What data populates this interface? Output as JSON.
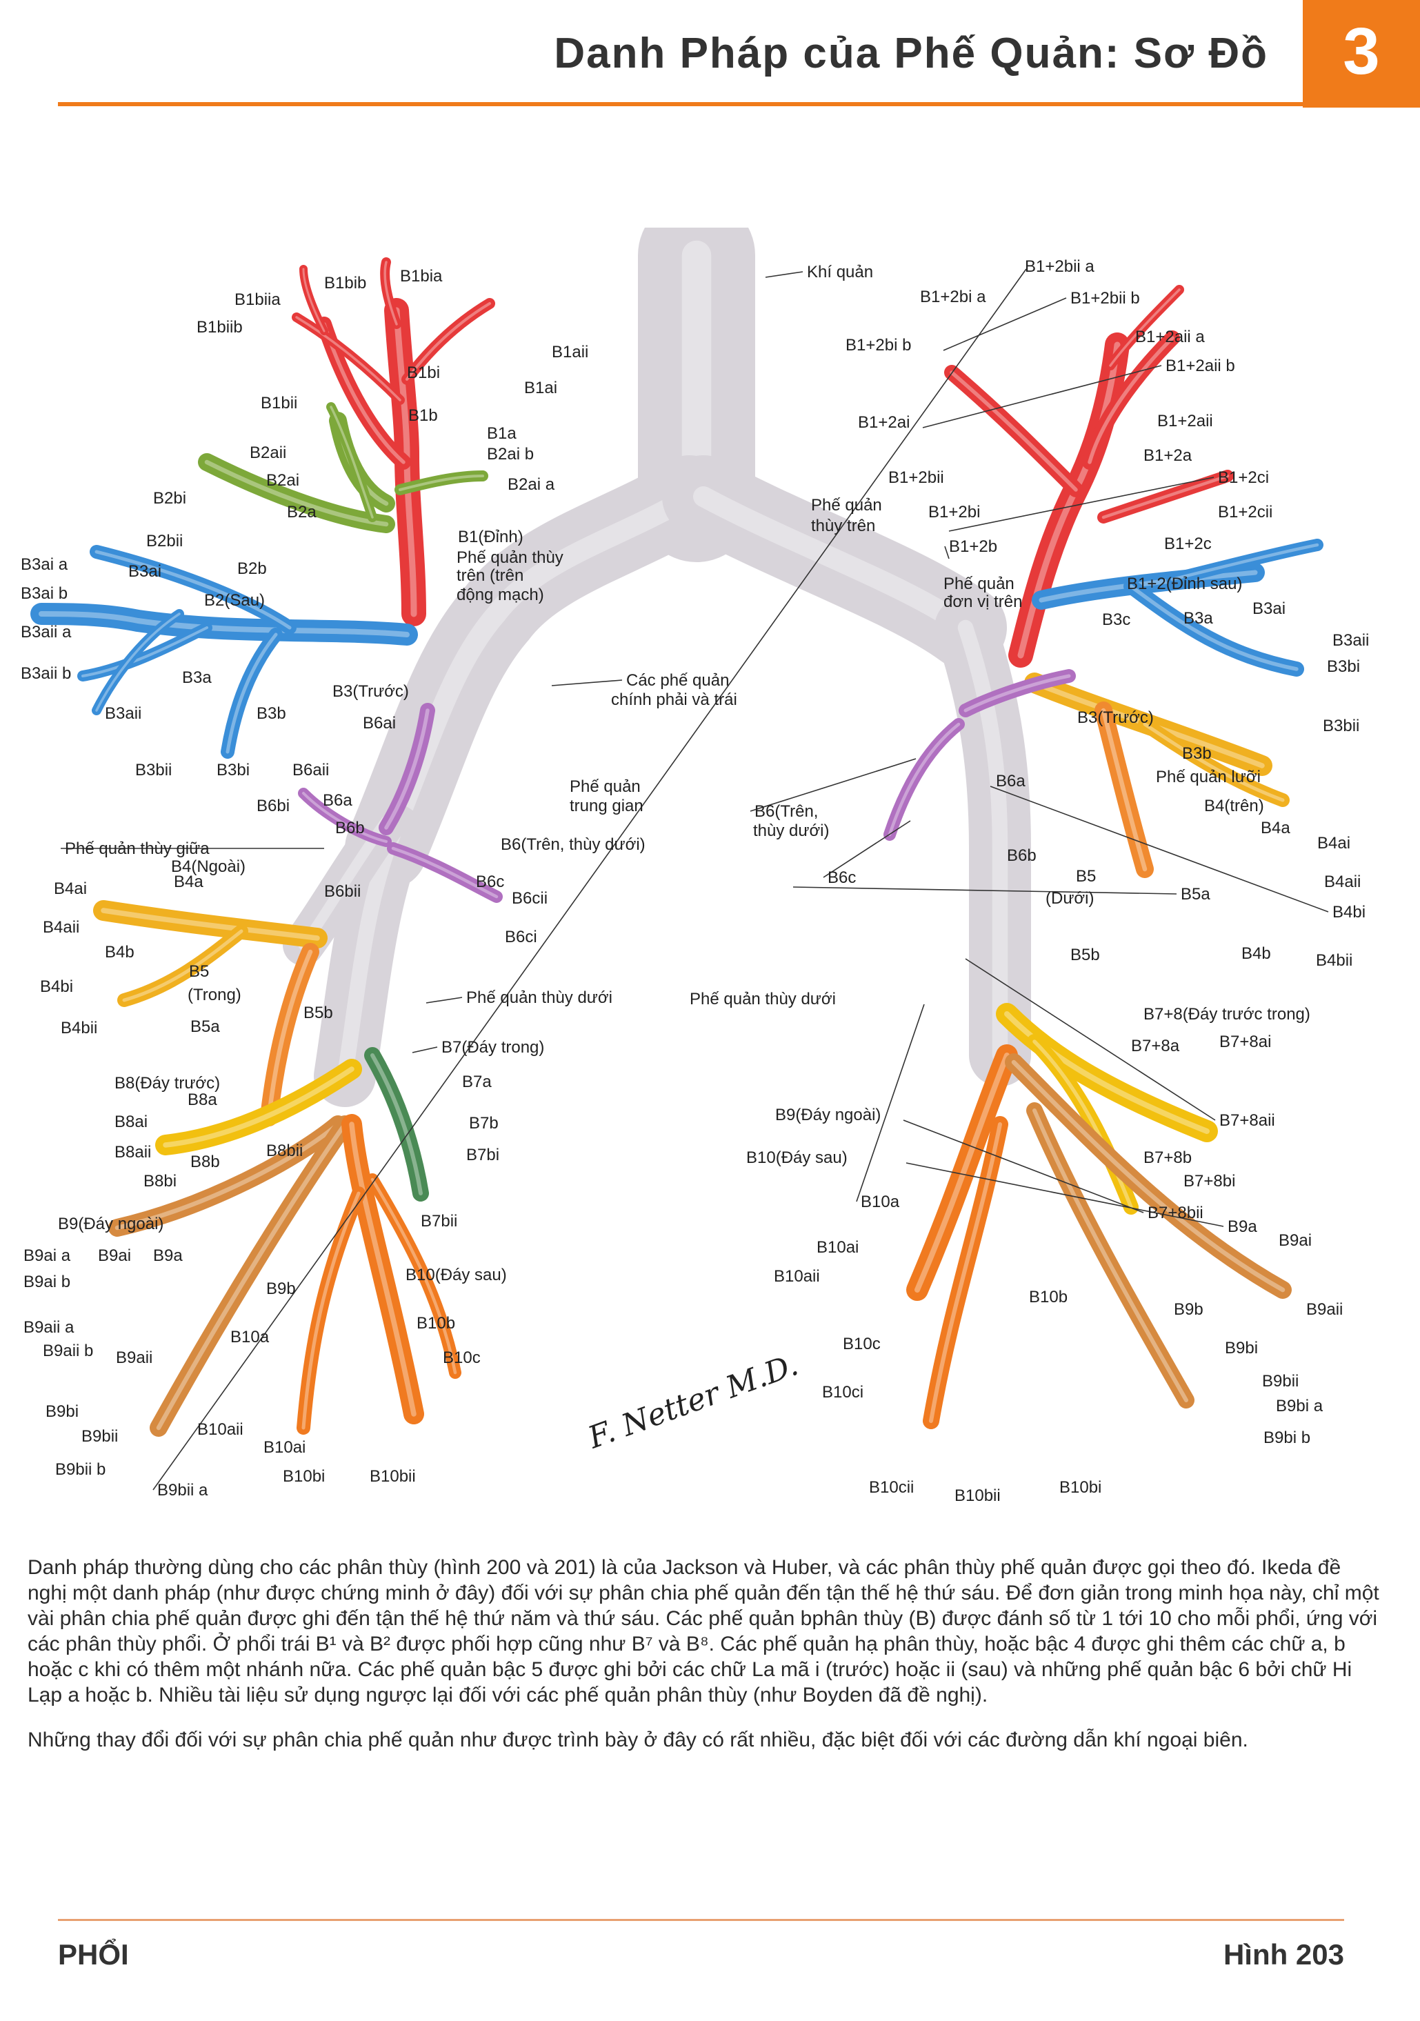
{
  "header": {
    "title": "Danh Pháp của Phế Quản: Sơ Đồ",
    "chapter": "3",
    "accent": "#f07b1a"
  },
  "colors": {
    "trachea": "#d8d4da",
    "b1_red": "#e63a3a",
    "b2_green": "#7da83a",
    "b3_blue": "#3a8ed8",
    "b4_yellow": "#f0b020",
    "b5_orange": "#f08a30",
    "b6_purple": "#b070c0",
    "b7_darkgreen": "#4a8a55",
    "b8_yellow": "#f2c010",
    "b9_tan": "#d68a40",
    "b10_orange": "#f07a20",
    "b78_yellow": "#f2c010"
  },
  "diagram": {
    "signature": "F. Netter M.D.",
    "labels": [
      "Khí quản",
      "B1bib",
      "B1bia",
      "B1biia",
      "B1biib",
      "B1aii",
      "B1bi",
      "B1ai",
      "B1bii",
      "B1b",
      "B1a",
      "B2aii",
      "B2ai b",
      "B2bi",
      "B2ai",
      "B2ai a",
      "B2a",
      "B2bii",
      "B1(Đỉnh)",
      "Phế quản thùy",
      "trên (trên",
      "động mạch)",
      "B3ai a",
      "B3ai",
      "B2b",
      "B3ai b",
      "B2(Sau)",
      "B3aii a",
      "B3aii b",
      "B3a",
      "B3(Trước)",
      "B3aii",
      "B3b",
      "B6ai",
      "Các phế quản",
      "chính phải và trái",
      "B3bii",
      "B3bi",
      "B6aii",
      "Phế quản",
      "trung gian",
      "B6bi",
      "B6a",
      "B6b",
      "Phế quản thùy giữa",
      "B6(Trên, thùy dưới)",
      "B4(Ngoài)",
      "B4ai",
      "B4a",
      "B6bii",
      "B6c",
      "B6cii",
      "B4aii",
      "B6ci",
      "B4b",
      "B4bi",
      "B5",
      "(Trong)",
      "Phế quản thùy dưới",
      "B4bii",
      "B5a",
      "B5b",
      "B7(Đáy trong)",
      "B8(Đáy trước)",
      "B7a",
      "B8a",
      "B8ai",
      "B7b",
      "B8aii",
      "B8b",
      "B8bii",
      "B7bi",
      "B8bi",
      "B9(Đáy ngoài)",
      "B7bii",
      "B9ai a",
      "B9ai",
      "B9a",
      "B10(Đáy sau)",
      "B9ai b",
      "B9b",
      "B9aii a",
      "B10b",
      "B9aii b",
      "B10a",
      "B9aii",
      "B10c",
      "B9bi",
      "B10aii",
      "B9bii",
      "B10ai",
      "B9bii b",
      "B10bi",
      "B10bii",
      "B9bii a",
      "B1+2bii a",
      "B1+2bi a",
      "B1+2bii b",
      "B1+2bi b",
      "B1+2aii a",
      "B1+2aii b",
      "B1+2ai",
      "B1+2aii",
      "B1+2a",
      "B1+2bii",
      "Phế quản",
      "thùy trên",
      "B1+2ci",
      "B1+2bi",
      "B1+2cii",
      "B1+2b",
      "B1+2c",
      "Phế quản",
      "đơn vị trên",
      "B1+2(Đỉnh sau)",
      "B3c",
      "B3a",
      "B3ai",
      "B3aii",
      "B3bi",
      "B3(Trước)",
      "B3b",
      "B3bii",
      "B6(Trên,",
      "thùy dưới)",
      "B6a",
      "Phế quản lưỡi",
      "B4(trên)",
      "B4a",
      "B4ai",
      "B6c",
      "B6b",
      "B5",
      "(Dưới)",
      "B5a",
      "B4aii",
      "B4bi",
      "B5b",
      "B4b",
      "B4bii",
      "Phế quản thùy dưới",
      "B7+8(Đáy trước trong)",
      "B7+8a",
      "B7+8ai",
      "B9(Đáy ngoài)",
      "B7+8aii",
      "B10(Đáy sau)",
      "B7+8b",
      "B7+8bi",
      "B10a",
      "B7+8bii",
      "B9a",
      "B9ai",
      "B10ai",
      "B10aii",
      "B10b",
      "B9b",
      "B9aii",
      "B9bi",
      "B10c",
      "B9bii",
      "B10ci",
      "B9bi a",
      "B9bi b",
      "B10cii",
      "B10bii",
      "B10bi"
    ]
  },
  "caption": {
    "paragraph1": "Danh pháp thường dùng cho các phân thùy (hình 200 và 201) là của Jackson và Huber, và các phân thùy phế quản được gọi theo đó. Ikeda đề nghị một danh pháp (như được chứng minh ở đây) đối với sự phân chia phế quản đến tận thế hệ thứ sáu. Để đơn giản trong minh họa này, chỉ một vài phân chia phế quản được ghi đến tận thế hệ thứ năm và thứ sáu. Các phế quản bphân thùy (B) được đánh số từ 1 tới 10 cho mỗi phổi, ứng với các phân thùy phổi. Ở phổi trái B¹ và B² được phối hợp cũng như B⁷ và B⁸. Các phế quản hạ phân thùy, hoặc bậc 4 được ghi thêm các chữ a, b hoặc c khi có thêm một nhánh nữa. Các phế quản bậc 5 được ghi bởi các chữ La mã i (trước) hoặc ii (sau) và những phế quản bậc 6 bởi chữ Hi Lạp a hoặc b. Nhiều tài liệu sử dụng ngược lại đối với các phế quản phân thùy (như Boyden đã đề nghị).",
    "paragraph2": "Những thay đổi đối với sự phân chia phế quản như được trình bày ở đây có rất nhiều, đặc biệt đối với các đường dẫn khí ngoại biên."
  },
  "footer": {
    "left": "PHỔI",
    "right": "Hình 203"
  }
}
